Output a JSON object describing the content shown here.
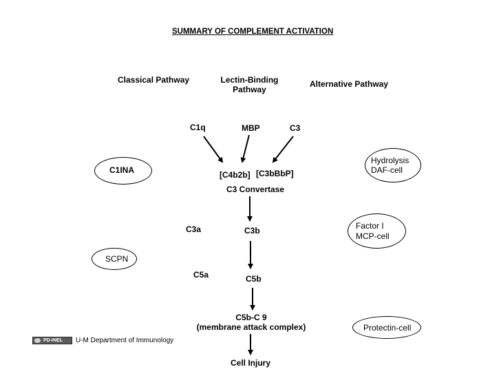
{
  "title": "SUMMARY OF COMPLEMENT ACTIVATION",
  "pathways": {
    "classical": "Classical Pathway",
    "lectin_line1": "Lectin-Binding",
    "lectin_line2": "Pathway",
    "alternative": "Alternative Pathway"
  },
  "initiators": {
    "c1q": "C1q",
    "mbp": "MBP",
    "c3": "C3"
  },
  "convertase": {
    "c4b2b": "[C4b2b]",
    "c3bbbp": "[C3bBbP]",
    "label": "C3 Convertase"
  },
  "cascade": {
    "c3a": "C3a",
    "c3b": "C3b",
    "c5a": "C5a",
    "c5b": "C5b",
    "mac_line1": "C5b-C 9",
    "mac_line2": "(membrane attack complex)",
    "injury": "Cell Injury"
  },
  "regulators": {
    "c1ina": "C1INA",
    "scpn": "SCPN",
    "hydrolysis_line1": "Hydrolysis",
    "hydrolysis_line2": "DAF-cell",
    "factor_i_line1": "Factor I",
    "factor_i_line2": "MCP-cell",
    "protectin": "Protectin-cell"
  },
  "footer": {
    "badge": "PD-INEL",
    "credit": "U-M Department of Immunology"
  }
}
